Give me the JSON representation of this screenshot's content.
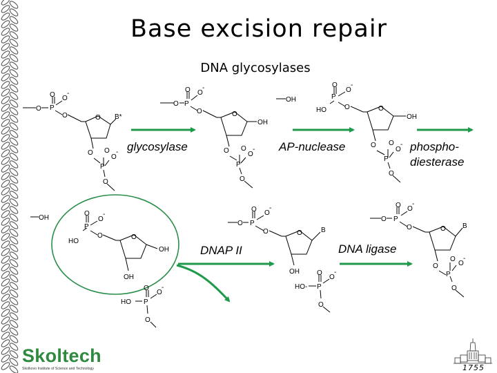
{
  "slide": {
    "title": "Base excision repair",
    "subtitle": "DNA glycosylases"
  },
  "colors": {
    "arrow_green": "#1f9a4b",
    "circle_green": "#2a8f4a",
    "border_gray": "#555555",
    "logo_green": "#2f8a3f"
  },
  "chem": {
    "o": "O",
    "p": "P",
    "neg": "-",
    "oh": "OH",
    "dash_oh": "—OH",
    "ho": "HO",
    "b": "B",
    "b_star": "B*",
    "ho_dash": "HO-"
  },
  "enzymes": {
    "glycosylase": "glycosylase",
    "ap_nuclease": "AP-nuclease",
    "phospho_line1": "phospho-",
    "phospho_line2": "diesterase",
    "dnap": "DNAP II",
    "ligase": "DNA ligase"
  },
  "logo": {
    "name": "Skoltech",
    "tagline": "Skolkovo Institute of Science and Technology"
  },
  "emblem": {
    "year": "1755",
    "icon": "university-building-icon"
  }
}
